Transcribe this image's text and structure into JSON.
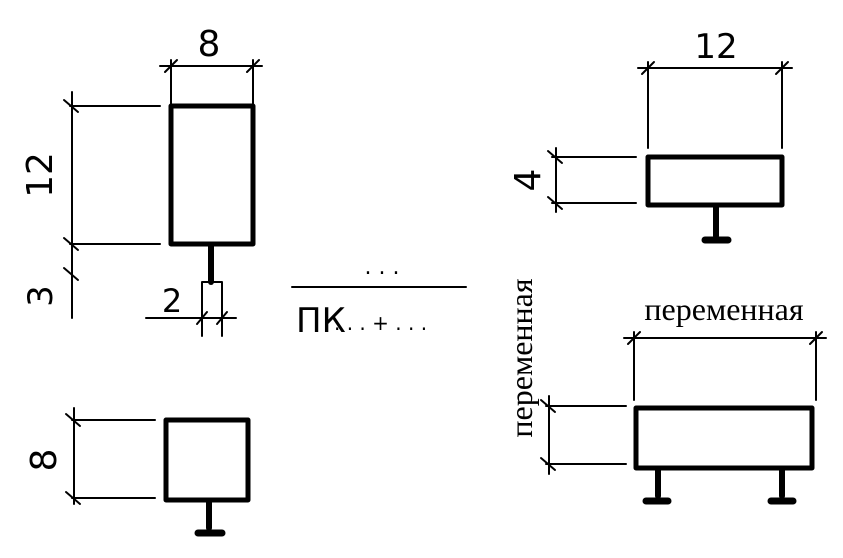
{
  "figure_a": {
    "width_label": "8",
    "height_label": "12",
    "stem_height_label": "3",
    "stem_width_label": "2"
  },
  "figure_b": {
    "height_label": "8"
  },
  "figure_c": {
    "width_label": "12",
    "height_label": "4"
  },
  "figure_d": {
    "width_label": "переменная",
    "height_label": "переменная"
  },
  "marker": {
    "label": "ПК",
    "dots_top": ". . .",
    "dots_bottom": ". . . + . . ."
  },
  "colors": {
    "ink": "#000000",
    "paper": "#ffffff"
  }
}
